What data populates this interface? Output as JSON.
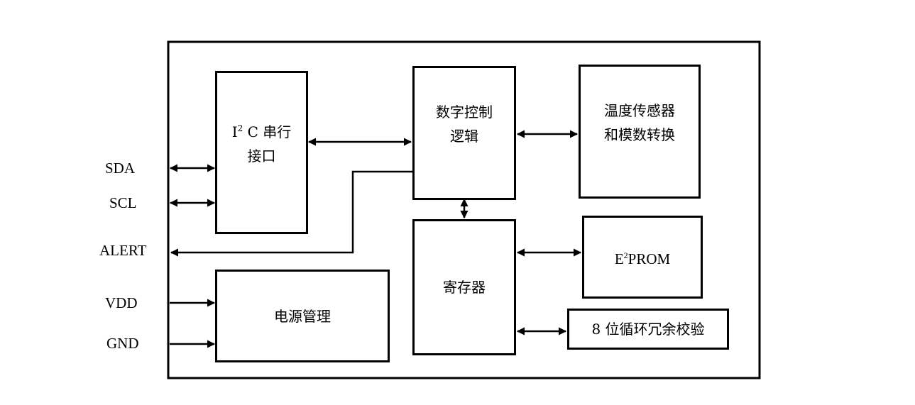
{
  "diagram": {
    "type": "block-diagram",
    "pins": [
      {
        "id": "sda",
        "label": "SDA",
        "direction": "bidirectional",
        "connects_to": "i2c"
      },
      {
        "id": "scl",
        "label": "SCL",
        "direction": "bidirectional",
        "connects_to": "i2c"
      },
      {
        "id": "alert",
        "label": "ALERT",
        "direction": "output",
        "connects_from": "digital_logic"
      },
      {
        "id": "vdd",
        "label": "VDD",
        "direction": "input",
        "connects_to": "power"
      },
      {
        "id": "gnd",
        "label": "GND",
        "direction": "input",
        "connects_to": "power"
      }
    ],
    "blocks": {
      "i2c": {
        "line1_pre": "I",
        "line1_sup": "2",
        "line1_post": " C 串行",
        "line2": "接口"
      },
      "digital_logic": {
        "line1": "数字控制",
        "line2": "逻辑"
      },
      "temp_sensor": {
        "line1": "温度传感器",
        "line2": "和模数转换"
      },
      "register": {
        "line1": "寄存器"
      },
      "eeprom": {
        "pre": "E",
        "sup": "2",
        "post": "PROM"
      },
      "crc": {
        "line1": "8 位循环冗余校验"
      },
      "power": {
        "line1": "电源管理"
      }
    },
    "connections": [
      {
        "from": "i2c",
        "to": "digital_logic",
        "type": "bidirectional"
      },
      {
        "from": "digital_logic",
        "to": "temp_sensor",
        "type": "bidirectional"
      },
      {
        "from": "digital_logic",
        "to": "register",
        "type": "bidirectional"
      },
      {
        "from": "register",
        "to": "eeprom",
        "type": "bidirectional"
      },
      {
        "from": "register",
        "to": "crc",
        "type": "bidirectional"
      },
      {
        "from": "digital_logic",
        "to": "alert",
        "type": "output"
      }
    ]
  }
}
